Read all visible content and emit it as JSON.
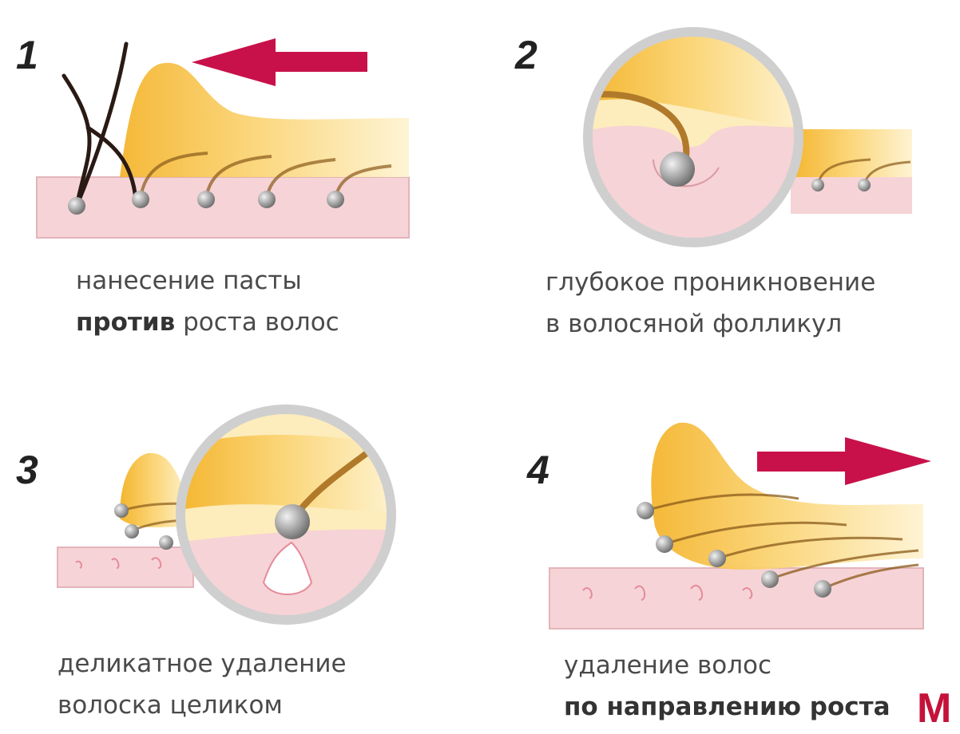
{
  "steps": [
    {
      "number": "1",
      "caption_line1": "нанесение пасты",
      "caption_line2_bold": "против",
      "caption_line2_rest": " роста волос",
      "arrow_direction": "left"
    },
    {
      "number": "2",
      "caption_line1": "глубокое проникновение",
      "caption_line2": "в волосяной фолликул"
    },
    {
      "number": "3",
      "caption_line1": "деликатное удаление",
      "caption_line2": "волоска целиком"
    },
    {
      "number": "4",
      "caption_line1": "удаление волос",
      "caption_line2_bold": "по направлению роста",
      "arrow_direction": "right"
    }
  ],
  "logo": {
    "letter": "M"
  },
  "colors": {
    "skin": "#f6d3d6",
    "skin_edge": "#d99aa3",
    "paste": "#f7c24a",
    "paste_light": "#fde7a6",
    "arrow": "#c8114a",
    "hair": "#2a1a14",
    "bulb": "#8f8f8f",
    "lens_ring": "#d0d0d0"
  }
}
